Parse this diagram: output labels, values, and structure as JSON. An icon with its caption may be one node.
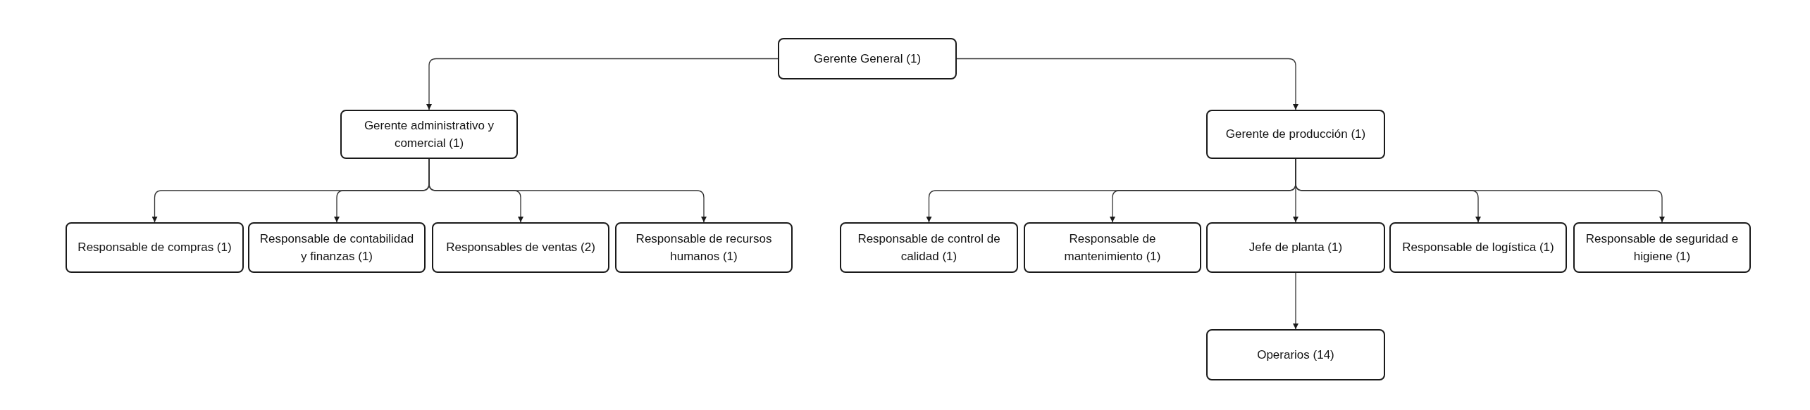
{
  "diagram": {
    "nodes": [
      {
        "text": [
          "Gerente General (1)"
        ]
      },
      {
        "text": [
          "Gerente administrativo y comercial (1)"
        ]
      },
      {
        "text": [
          "Gerente de producción (1)"
        ]
      },
      {
        "text": [
          "Responsable de compras (1)"
        ]
      },
      {
        "text": [
          "Responsable de contabilidad y finanzas (1)"
        ]
      },
      {
        "text": [
          "Responsables de ventas (2)"
        ]
      },
      {
        "text": [
          "Responsable de recursos humanos (1)"
        ]
      },
      {
        "text": [
          "Responsable de control de calidad (1)"
        ]
      },
      {
        "text": [
          "Responsable de mantenimiento (1)"
        ]
      },
      {
        "text": [
          "Jefe de planta (1)"
        ]
      },
      {
        "text": [
          "Responsable de logística (1)"
        ]
      },
      {
        "text": [
          "Responsable de seguridad e higiene (1)"
        ]
      },
      {
        "text": [
          "Operarios (14)"
        ]
      }
    ],
    "edges": [
      {
        "from": 0,
        "to": 1,
        "arrow": "to"
      },
      {
        "from": 0,
        "to": 2,
        "arrow": "to"
      },
      {
        "from": 1,
        "to": 3,
        "arrow": "to"
      },
      {
        "from": 1,
        "to": 4,
        "arrow": "to"
      },
      {
        "from": 1,
        "to": 5,
        "arrow": "to"
      },
      {
        "from": 1,
        "to": 6,
        "arrow": "to"
      },
      {
        "from": 2,
        "to": 7,
        "arrow": "to"
      },
      {
        "from": 2,
        "to": 8,
        "arrow": "to"
      },
      {
        "from": 2,
        "to": 9,
        "arrow": "to"
      },
      {
        "from": 2,
        "to": 10,
        "arrow": "to"
      },
      {
        "from": 2,
        "to": 11,
        "arrow": "to"
      },
      {
        "from": 9,
        "to": 12,
        "arrow": "to"
      }
    ]
  }
}
